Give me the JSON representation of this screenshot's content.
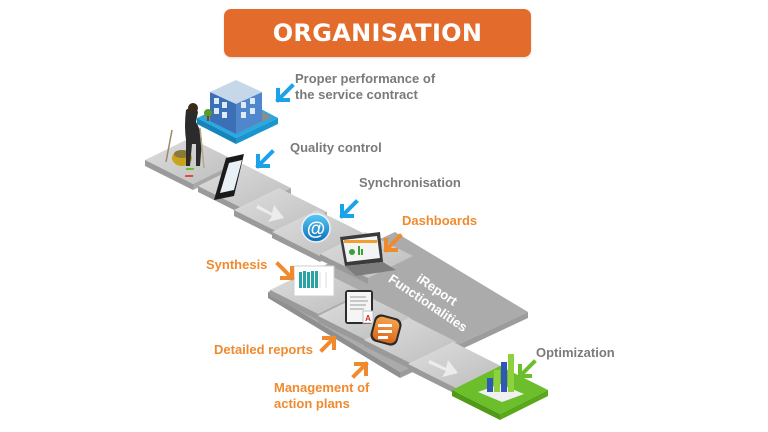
{
  "title": "ORGANISATION",
  "colors": {
    "title_bg": "#e36c2c",
    "grey_label": "#7a7a7a",
    "orange_label": "#f08a2e",
    "blue_arrow": "#1aa3e8",
    "orange_arrow": "#f08a2e",
    "green_arrow": "#6cbf2a",
    "tile": "#c9c9c9",
    "band": "#b5b5b5",
    "green_tile": "#6cbf2a"
  },
  "steps": [
    {
      "id": "performance",
      "label_lines": [
        "Proper performance of",
        "the service contract"
      ],
      "icon": "building-icon",
      "arrow": "blue"
    },
    {
      "id": "quality",
      "label_lines": [
        "Quality control"
      ],
      "icon": "smartphone-icon",
      "arrow": "blue"
    },
    {
      "id": "sync",
      "label_lines": [
        "Synchronisation"
      ],
      "icon": "at-sign-icon",
      "arrow": "blue"
    },
    {
      "id": "dashboards",
      "label_lines": [
        "Dashboards"
      ],
      "icon": "laptop-icon",
      "arrow": "orange"
    },
    {
      "id": "synthesis",
      "label_lines": [
        "Synthesis"
      ],
      "icon": "chart-document-icon",
      "arrow": "orange"
    },
    {
      "id": "reports",
      "label_lines": [
        "Detailed reports"
      ],
      "icon": "pdf-document-icon",
      "arrow": "orange"
    },
    {
      "id": "actions",
      "label_lines": [
        "Management of",
        "action plans"
      ],
      "icon": "checklist-icon",
      "arrow": "orange"
    },
    {
      "id": "optimization",
      "label_lines": [
        "Optimization"
      ],
      "icon": "bar-chart-icon",
      "arrow": "green"
    }
  ],
  "band_label_lines": [
    "iReport",
    "Functionalities"
  ]
}
